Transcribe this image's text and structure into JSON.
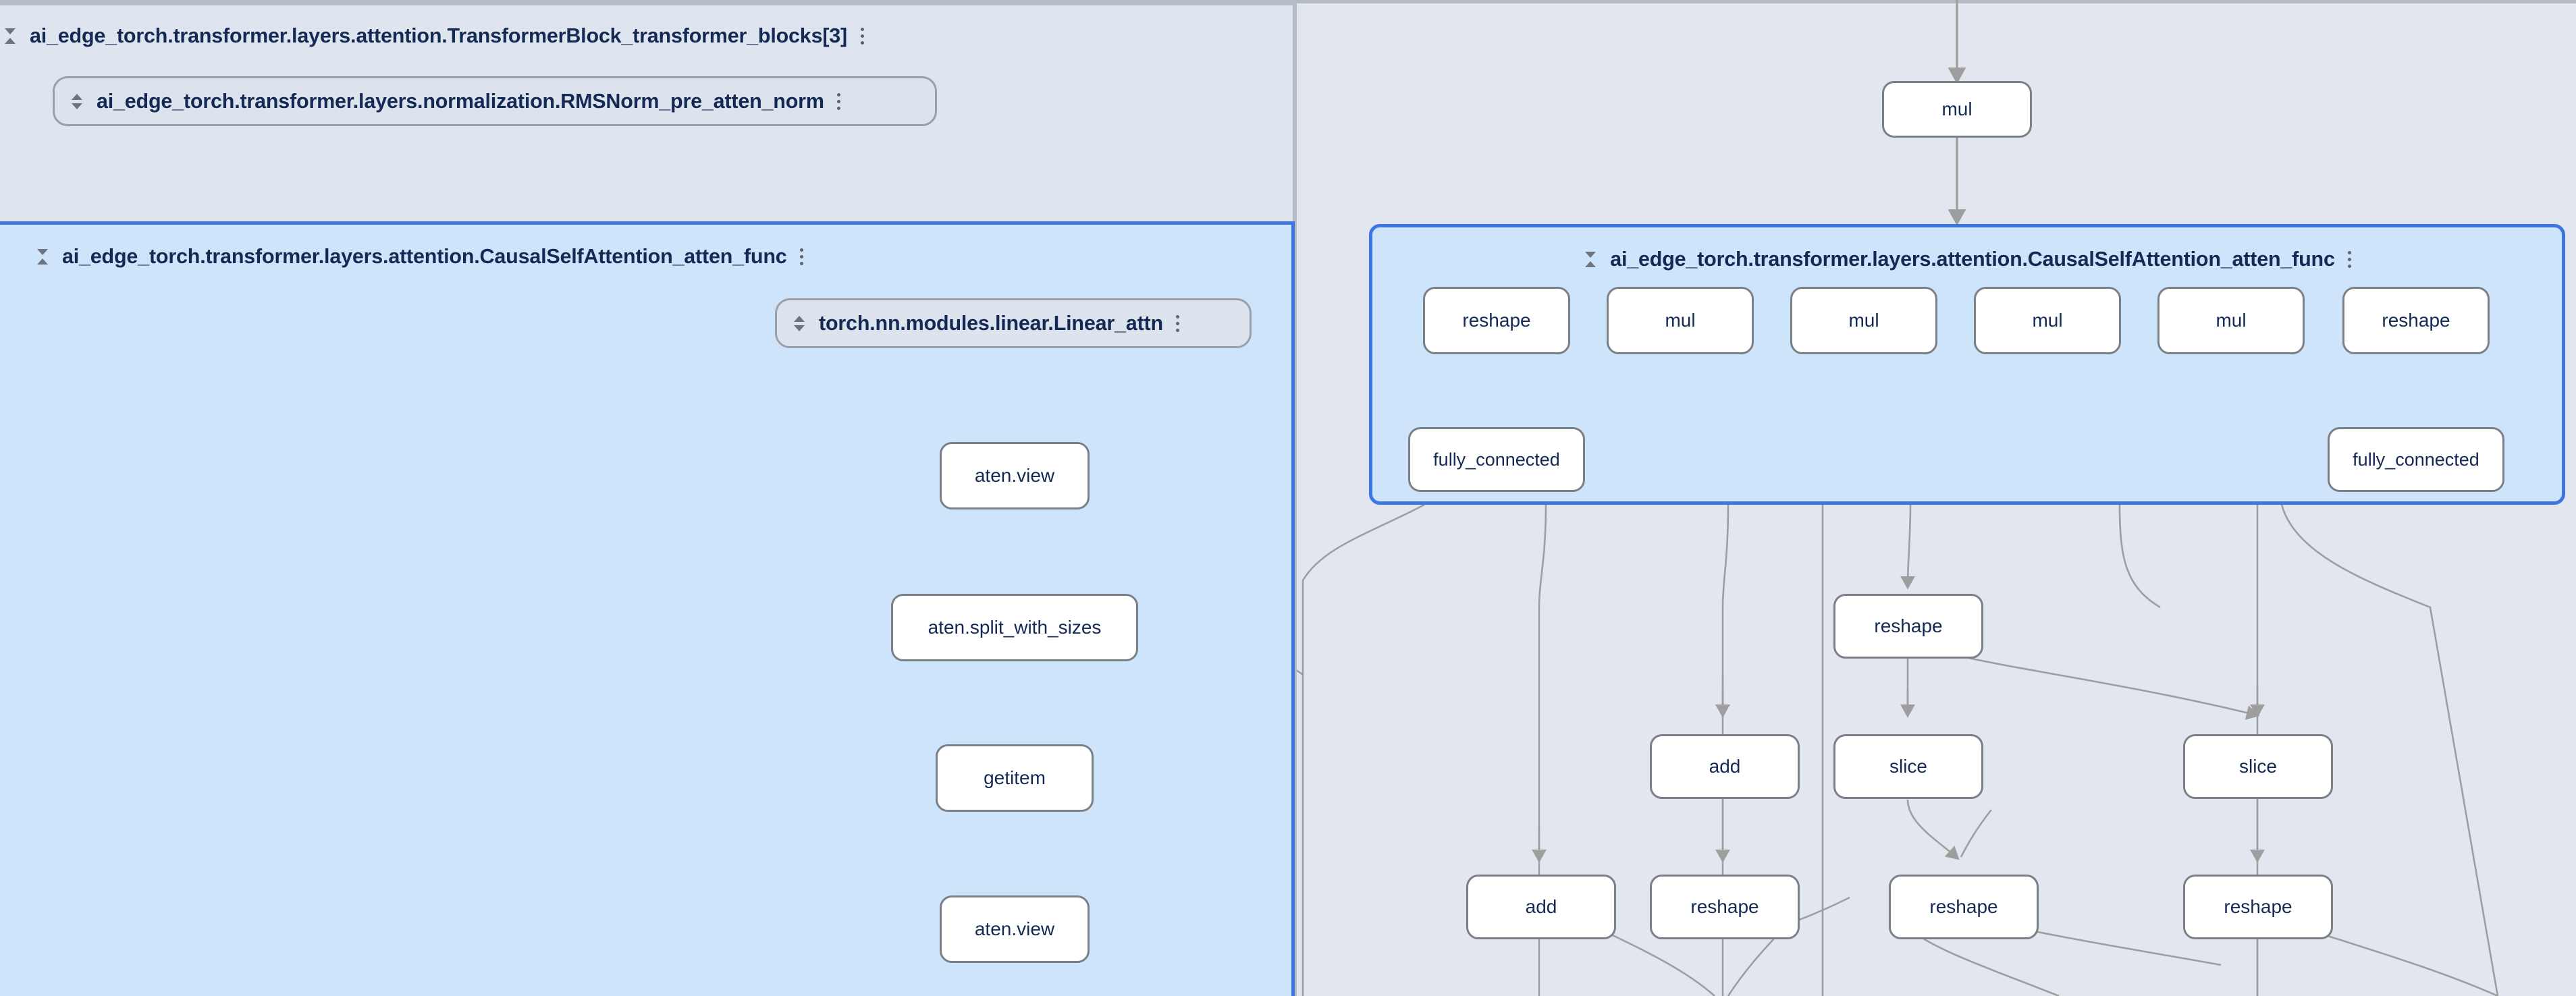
{
  "app": {
    "name": "model-explorer-graph-view",
    "background_color": "#e2e7ef",
    "selected_group_border_color": "#3d76e0",
    "selected_group_fill_color": "#cde4fa",
    "plain_group_fill_color": "#dfe5ee",
    "node_fill_color": "#ffffff",
    "node_border_color": "#7b8088",
    "edge_color": "#9e9e9e",
    "text_color": "#142a55"
  },
  "left_pane": {
    "outer_group": {
      "label": "ai_edge_torch.transformer.layers.attention.TransformerBlock_transformer_blocks[3]",
      "collapse_icon": "collapse-chevrons-icon",
      "menu_icon": "kebab-menu-icon"
    },
    "collapsed_group": {
      "label": "ai_edge_torch.transformer.layers.normalization.RMSNorm_pre_atten_norm",
      "expand_icon": "expand-chevrons-icon",
      "menu_icon": "kebab-menu-icon"
    },
    "attention_group": {
      "label": "ai_edge_torch.transformer.layers.attention.CausalSelfAttention_atten_func",
      "collapse_icon": "collapse-chevrons-icon",
      "menu_icon": "kebab-menu-icon"
    },
    "linear_pill": {
      "label": "torch.nn.modules.linear.Linear_attn",
      "expand_icon": "expand-chevrons-icon",
      "menu_icon": "kebab-menu-icon"
    },
    "nodes": [
      {
        "id": "l-aten-view-1",
        "label": "aten.view"
      },
      {
        "id": "l-split",
        "label": "aten.split_with_sizes"
      },
      {
        "id": "l-getitem",
        "label": "getitem"
      },
      {
        "id": "l-aten-view-2",
        "label": "aten.view"
      }
    ]
  },
  "right_pane": {
    "top_node": {
      "id": "r-mul-top",
      "label": "mul"
    },
    "attention_group": {
      "label": "ai_edge_torch.transformer.layers.attention.CausalSelfAttention_atten_func",
      "collapse_icon": "collapse-chevrons-icon",
      "menu_icon": "kebab-menu-icon"
    },
    "group_row_nodes": [
      {
        "id": "r-reshape-a",
        "label": "reshape"
      },
      {
        "id": "r-mul-1",
        "label": "mul"
      },
      {
        "id": "r-mul-2",
        "label": "mul"
      },
      {
        "id": "r-mul-3",
        "label": "mul"
      },
      {
        "id": "r-mul-4",
        "label": "mul"
      },
      {
        "id": "r-reshape-b",
        "label": "reshape"
      }
    ],
    "group_fc_nodes": [
      {
        "id": "r-fc-left",
        "label": "fully_connected"
      },
      {
        "id": "r-fc-right",
        "label": "fully_connected"
      }
    ],
    "below_nodes_row1": [
      {
        "id": "r-reshape-mid",
        "label": "reshape"
      }
    ],
    "below_nodes_row2": [
      {
        "id": "r-add-1",
        "label": "add"
      },
      {
        "id": "r-slice-1",
        "label": "slice"
      },
      {
        "id": "r-slice-2",
        "label": "slice"
      }
    ],
    "below_nodes_row3": [
      {
        "id": "r-add-2",
        "label": "add"
      },
      {
        "id": "r-reshape-1",
        "label": "reshape"
      },
      {
        "id": "r-reshape-2",
        "label": "reshape"
      },
      {
        "id": "r-reshape-3",
        "label": "reshape"
      }
    ]
  }
}
